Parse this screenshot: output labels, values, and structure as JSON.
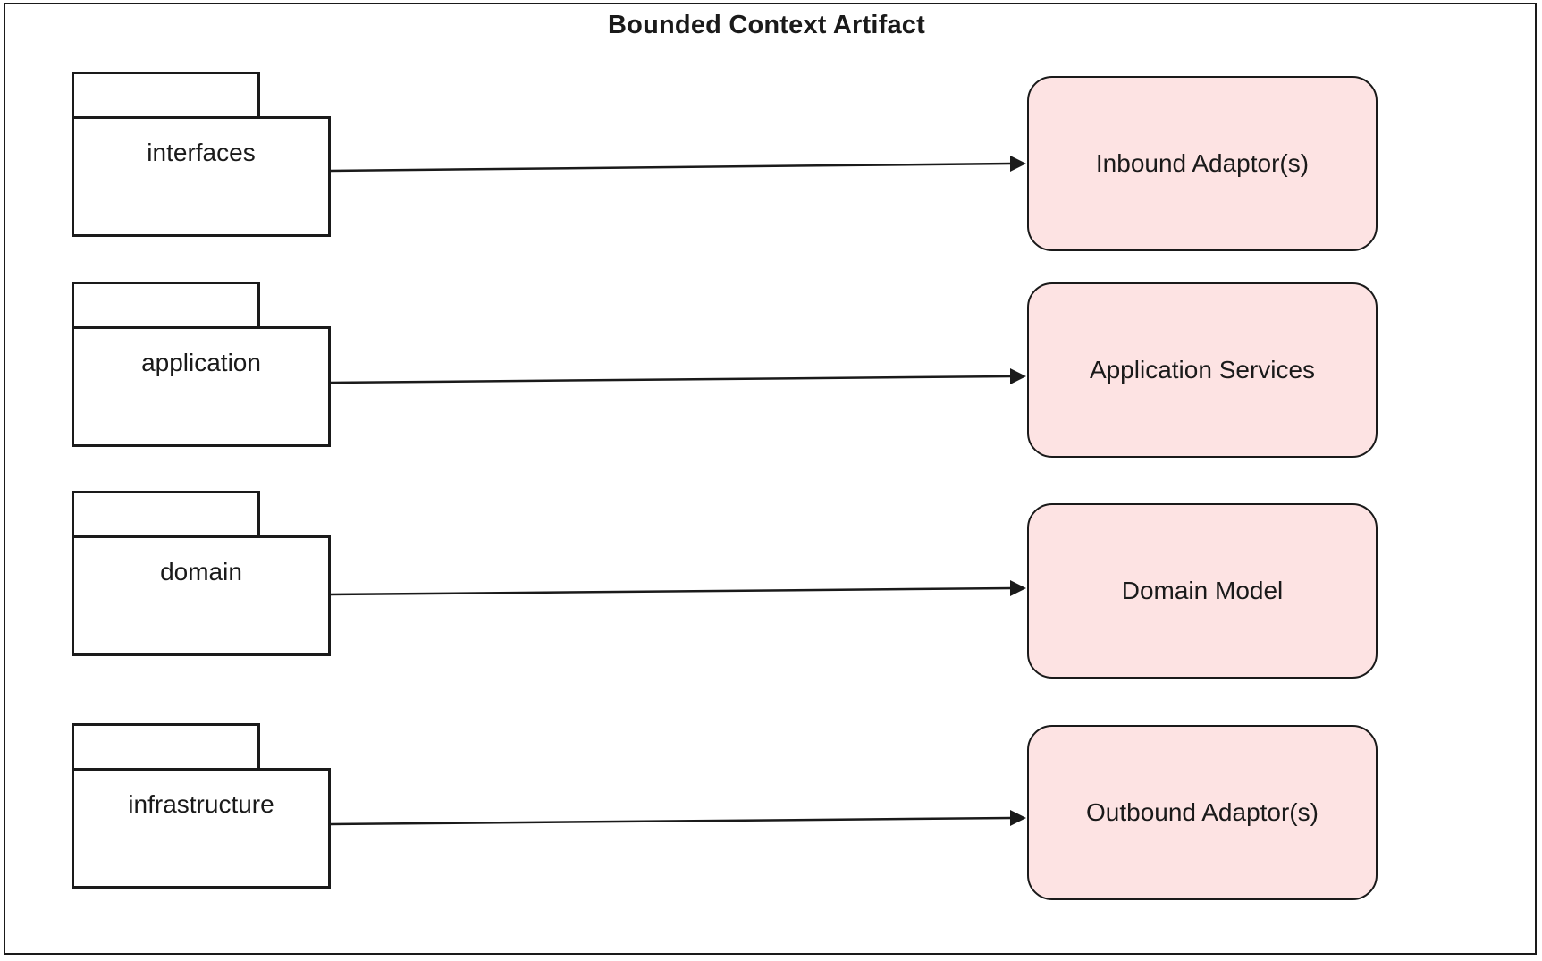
{
  "diagram": {
    "title": "Bounded Context  Artifact",
    "packages": [
      {
        "label": "interfaces"
      },
      {
        "label": "application"
      },
      {
        "label": "domain"
      },
      {
        "label": "infrastructure"
      }
    ],
    "components": [
      {
        "label": "Inbound Adaptor(s)"
      },
      {
        "label": "Application Services"
      },
      {
        "label": "Domain Model"
      },
      {
        "label": "Outbound Adaptor(s)"
      }
    ],
    "colors": {
      "component_fill": "#fde3e3",
      "stroke": "#1a1a1a"
    }
  }
}
